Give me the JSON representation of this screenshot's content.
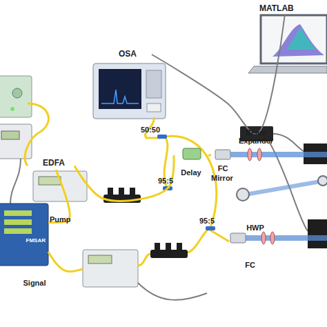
{
  "diagram": {
    "nodes": [
      {
        "text": [
          "MATLAB"
        ]
      },
      {
        "text": [
          "OSA"
        ]
      },
      {
        "text": [
          "EDFA"
        ]
      },
      {
        "text": [
          "Delay"
        ]
      },
      {
        "text": [
          "FC"
        ]
      },
      {
        "text": [
          "FC"
        ]
      },
      {
        "text": [
          "FMSAR"
        ]
      }
    ],
    "edges": [
      {
        "from": 6,
        "to": 2,
        "label": "Pump",
        "arrow": "none"
      },
      {
        "from": 1,
        "to": 0,
        "arrow": "none"
      },
      {
        "from": 2,
        "to": 3,
        "arrow": "none"
      },
      {
        "from": 3,
        "to": 4,
        "arrow": "none"
      }
    ],
    "labels": [
      "50:50",
      "95:5",
      "Beam Expander",
      "Mirror",
      "HWP",
      "95:5",
      "Signal"
    ]
  }
}
